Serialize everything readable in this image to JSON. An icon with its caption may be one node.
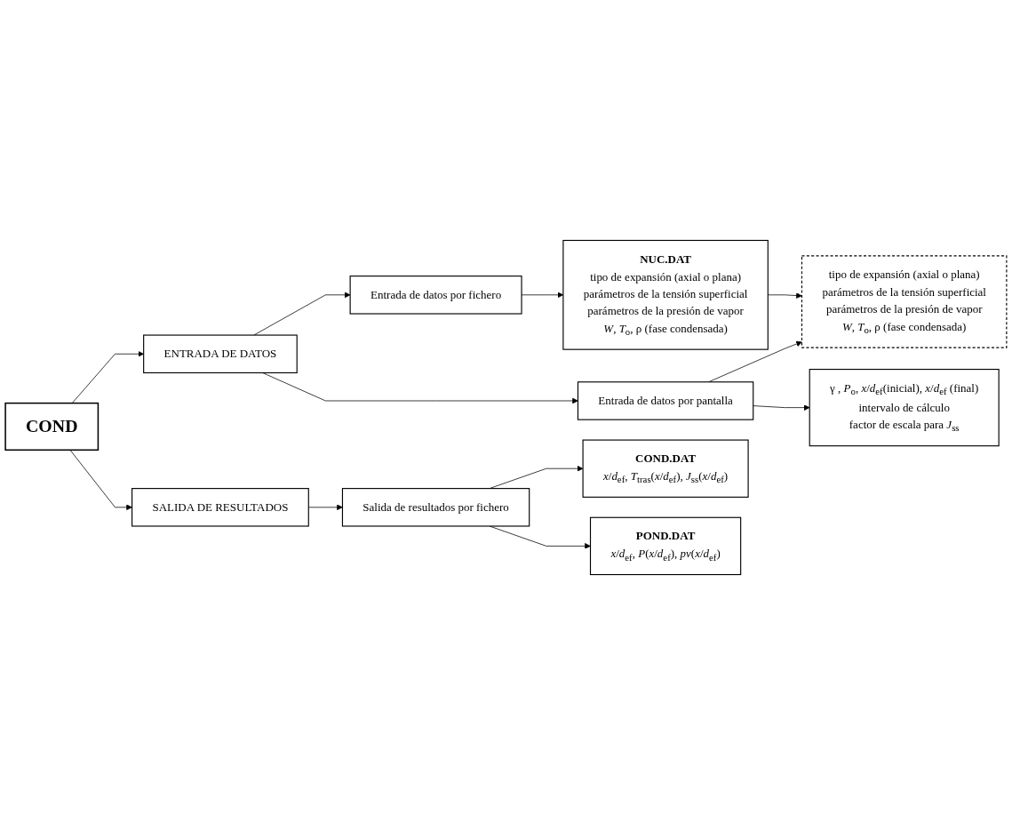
{
  "diagram": {
    "nodes": [
      {
        "text": [
          "COND"
        ]
      },
      {
        "text": [
          "ENTRADA DE DATOS"
        ]
      },
      {
        "text": [
          "Entrada de datos por fichero"
        ]
      },
      {
        "text": [
          "NUC.DAT",
          "tipo de expansión (axial o plana)",
          "parámetros de la tensión superficial",
          "parámetros de la presión de vapor",
          "*W*, *T*$_{o}$, ρ (fase condensada)"
        ]
      },
      {
        "text": [
          "Entrada de datos por pantalla"
        ]
      },
      {
        "text": [
          "tipo de expansión (axial o plana)",
          "parámetros de la tensión superficial",
          "parámetros de la presión de vapor",
          "*W*, *T*$_{o}$, ρ (fase condensada)"
        ]
      },
      {
        "text": [
          "γ , *P*$_{o}$, *x*/*d*$_{ef}$(inicial), *x*/*d*$_{ef}$ (final)",
          "intervalo de cálculo",
          "factor de escala para *J*$_{ss}$"
        ]
      },
      {
        "text": [
          "SALIDA DE RESULTADOS"
        ]
      },
      {
        "text": [
          "Salida de resultados por fichero"
        ]
      },
      {
        "text": [
          "COND.DAT",
          "*x*/*d*$_{ef}$, *T*$_{tras}$(*x*/*d*$_{ef}$), *J*$_{ss}$(*x*/*d*$_{ef}$)"
        ]
      },
      {
        "text": [
          "POND.DAT",
          "*x*/*d*$_{ef}$, *P*(*x*/*d*$_{ef}$), *pv*(*x*/*d*$_{ef}$)"
        ]
      }
    ],
    "edges": [
      {
        "from": 0,
        "to": 1,
        "arrow": "to"
      },
      {
        "from": 1,
        "to": 2,
        "arrow": "to"
      },
      {
        "from": 2,
        "to": 3,
        "arrow": "to"
      },
      {
        "from": 3,
        "to": 5,
        "arrow": "to"
      },
      {
        "from": 1,
        "to": 4,
        "arrow": "to"
      },
      {
        "from": 4,
        "to": 5,
        "arrow": "to"
      },
      {
        "from": 4,
        "to": 6,
        "arrow": "to"
      },
      {
        "from": 0,
        "to": 7,
        "arrow": "to"
      },
      {
        "from": 7,
        "to": 8,
        "arrow": "to"
      },
      {
        "from": 8,
        "to": 9,
        "arrow": "to"
      },
      {
        "from": 8,
        "to": 10,
        "arrow": "to"
      }
    ]
  }
}
